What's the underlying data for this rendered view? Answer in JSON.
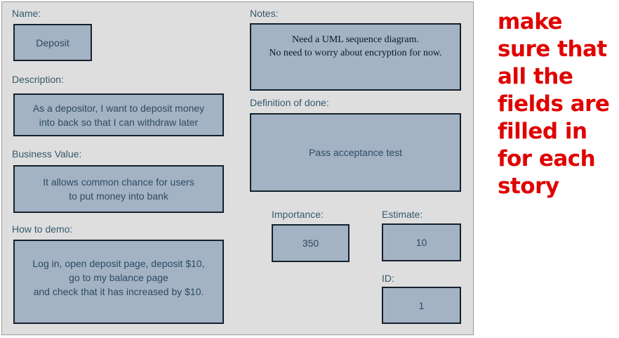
{
  "card": {
    "fields": {
      "name": {
        "label": "Name:",
        "value": "Deposit"
      },
      "description": {
        "label": "Description:",
        "value": "As a depositor, I want to deposit money\ninto back so that I can withdraw later"
      },
      "business_value": {
        "label": "Business Value:",
        "value": "It allows common chance for users\nto put money into bank"
      },
      "how_to_demo": {
        "label": "How to demo:",
        "value": "Log in, open deposit page, deposit $10,\ngo to my balance page\nand check that it has increased by $10."
      },
      "notes": {
        "label": "Notes:",
        "value": "Need a UML sequence diagram.\nNo need to worry about encryption for now."
      },
      "definition_of_done": {
        "label": "Definition of done:",
        "value": "Pass acceptance test"
      },
      "importance": {
        "label": "Importance:",
        "value": "350"
      },
      "estimate": {
        "label": "Estimate:",
        "value": "10"
      },
      "id": {
        "label": "ID:",
        "value": "1"
      }
    }
  },
  "annotation": {
    "text": "make\nsure that\nall the\nfields are\nfilled in\nfor each\nstory"
  },
  "colors": {
    "panel_background": "#dededf",
    "field_fill": "#a3b3c4",
    "field_border": "#16202c",
    "label_text": "#35586c",
    "field_text": "#2d4a63",
    "notes_text": "#111522",
    "annotation_text": "#e00000",
    "page_background": "#ffffff"
  }
}
